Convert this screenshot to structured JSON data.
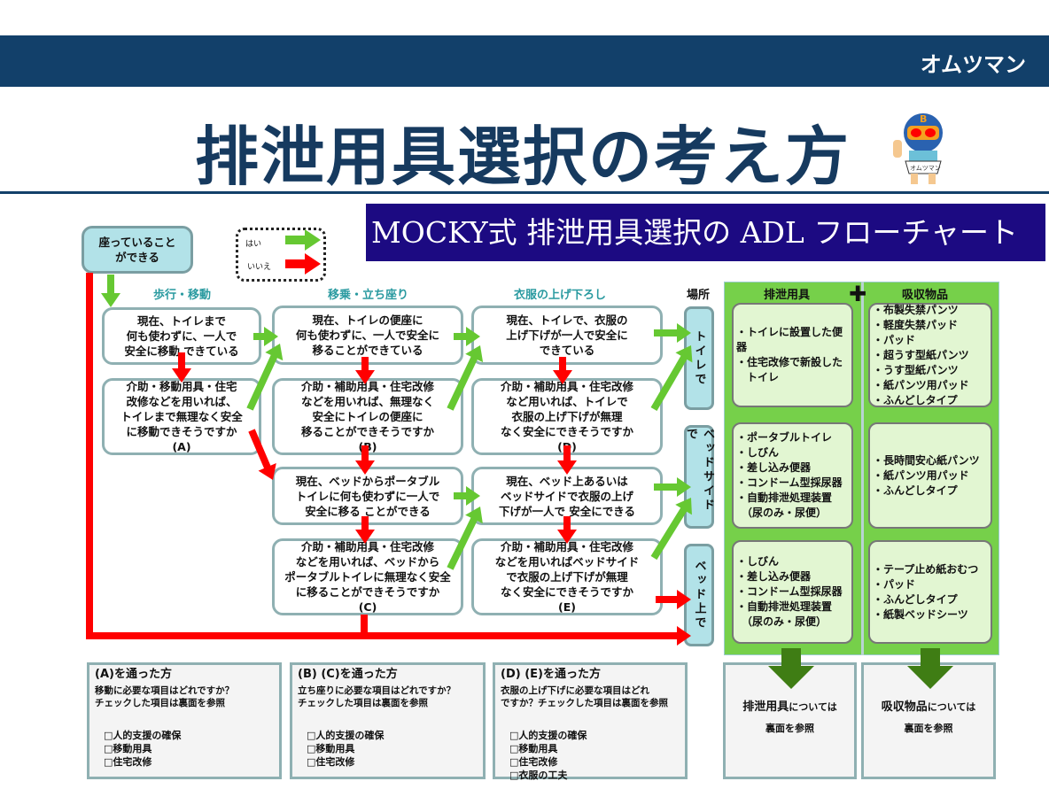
{
  "header": {
    "brand": "オムツマン",
    "title": "排泄用具選択の考え方",
    "mascot_text": "オムツマン"
  },
  "banner": "MOCKY式 排泄用具選択の ADL フローチャート",
  "start": "座っていること\nができる",
  "legend": {
    "yes": "はい",
    "no": "いいえ"
  },
  "columns": [
    "歩行・移動",
    "移乗・立ち座り",
    "衣服の上げ下ろし",
    "場所"
  ],
  "boxes": {
    "a1": "現在、トイレまで\n何も使わずに、一人で\n安全に移動 できている",
    "a2": "介助・移動用具・住宅\n改修などを用いれば、\nトイレまで無理なく安全\nに移動できそうですか\n(A)",
    "b1": "現在、トイレの便座に\n何も使わずに、一人で安全に\n移ることができている",
    "b2": "介助・補助用具・住宅改修\nなどを用いれば、無理なく\n安全にトイレの便座に\n移ることができそうですか\n(B)",
    "d1": "現在、トイレで、衣服の\n上げ下げが一人で安全に\nできている",
    "d2": "介助・補助用具・住宅改修\nなど用いれば、トイレで\n衣服の上げ下げが無理\nなく安全にできそうですか\n(D)",
    "c1": "現在、ベッドからポータブル\nトイレに何も使わずに一人で\n安全に移る ことができる",
    "c2": "介助・補助用具・住宅改修\nなどを用いれば、ベッドから\nポータブルトイレに無理なく安全\nに移ることができそうですか\n(C)",
    "e1": "現在、ベッド上あるいは\nベッドサイドで衣服の上げ\n下げが一人で 安全にできる",
    "e2": "介助・補助用具・住宅改修\nなどを用いればベッドサイド\nで衣服の上げ下げが無理\nなく安全にできそうですか\n(E)"
  },
  "locations": [
    "トイレで",
    "ベッドサイドで",
    "ベッド上で"
  ],
  "panel": {
    "headers": [
      "排泄用具",
      "吸収物品"
    ],
    "plus": "✚",
    "tools": [
      "・トイレに設置した便器\n・住宅改修で新設した\n　トイレ",
      "・ポータブルトイレ\n・しびん\n・差し込み便器\n・コンドーム型採尿器\n・自動排泄処理装置\n　（尿のみ・尿便）",
      "・しびん\n・差し込み便器\n・コンドーム型採尿器\n・自動排泄処理装置\n　（尿のみ・尿便）"
    ],
    "absorbents": [
      "・布製失禁パンツ\n・軽度失禁パッド\n・パッド\n・超うす型紙パンツ\n・うす型紙パンツ\n・紙パンツ用パッド\n・ふんどしタイプ",
      "・長時間安心紙パンツ\n・紙パンツ用パッド\n・ふんどしタイプ",
      "・テープ止め紙おむつ\n・パッド\n・ふんどしタイプ\n・紙製ベッドシーツ"
    ]
  },
  "bottom": [
    {
      "title": "(A)を通った方",
      "q": "移動に必要な項目はどれですか？\nチェックした項目は裏面を参照",
      "checks": [
        "□人的支援の確保",
        "□移動用具",
        "□住宅改修"
      ]
    },
    {
      "title": "(B) (C)を通った方",
      "q": "立ち座りに必要な項目はどれですか？\nチェックした項目は裏面を参照",
      "checks": [
        "□人的支援の確保",
        "□移動用具",
        "□住宅改修"
      ]
    },
    {
      "title": "(D) (E)を通った方",
      "q": "衣服の上げ下げに必要な項目はどれ\nですか？チェックした項目は裏面を参照",
      "checks": [
        "□人的支援の確保",
        "□移動用具",
        "□住宅改修",
        "□衣服の工夫"
      ]
    }
  ],
  "refs": [
    {
      "bold": "排泄用具",
      "rest": "については",
      "line2": "裏面を参照"
    },
    {
      "bold": "吸収物品",
      "rest": "については",
      "line2": "裏面を参照"
    }
  ],
  "colors": {
    "yes": "#66c832",
    "no": "#ff0000",
    "dark_green": "#3f7d14"
  }
}
